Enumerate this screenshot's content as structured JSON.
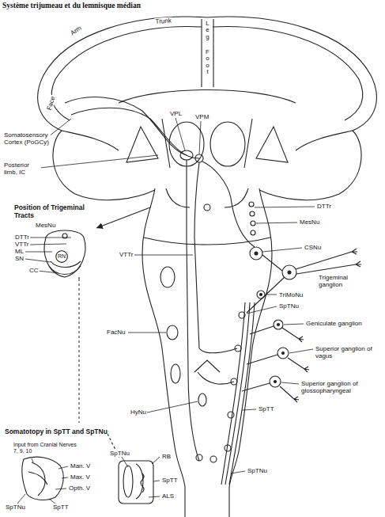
{
  "diagram": {
    "title": "Système trijumeau et du lemnisque médian",
    "nodes": [
      {
        "text": [
          "Position of Trigeminal Tracts"
        ]
      },
      {
        "text": [
          "RN"
        ],
        "in": 0
      },
      {
        "text": [
          "Somatotopy in SpTT and SpTNu"
        ]
      }
    ],
    "edges": [
      {
        "from": 0,
        "to": 2,
        "arrow": "none"
      }
    ],
    "labels": [
      "Trunk",
      "Arm",
      "Leg",
      "Foot",
      "Face",
      "Somatosensory Cortex (PoGCy)",
      "VPL",
      "VPM",
      "Posterior limb, IC",
      "DTTr",
      "MesNu",
      "CSNu",
      "VTTr",
      "Trigeminal ganglion",
      "TriMoNu",
      "SpTNu",
      "FacNu",
      "Geniculate ganglion",
      "Superior ganglion of vagus",
      "Superior ganglion of glossopharyngeal",
      "SpTT",
      "HyNu",
      "SpTNu",
      "MesNu",
      "DTTr",
      "VTTr",
      "ML",
      "SN",
      "CC",
      "Input from Cranial Nerves 7, 9, 10",
      "Man. V",
      "Max. V",
      "Opth. V",
      "SpTNu",
      "SpTT",
      "SpTNu",
      "RB",
      "SpTT",
      "ALS"
    ]
  }
}
